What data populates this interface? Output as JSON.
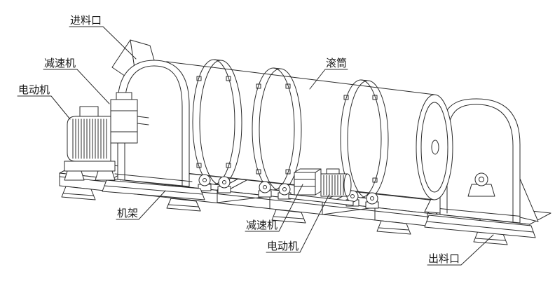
{
  "diagram": {
    "labels": {
      "feed_inlet": "进料口",
      "reducer_left": "减速机",
      "motor_left": "电动机",
      "drum": "滚筒",
      "frame": "机架",
      "reducer_bottom": "减速机",
      "motor_bottom": "电动机",
      "discharge_outlet": "出料口"
    },
    "colors": {
      "line": "#2b2b2b",
      "background": "#ffffff"
    }
  }
}
